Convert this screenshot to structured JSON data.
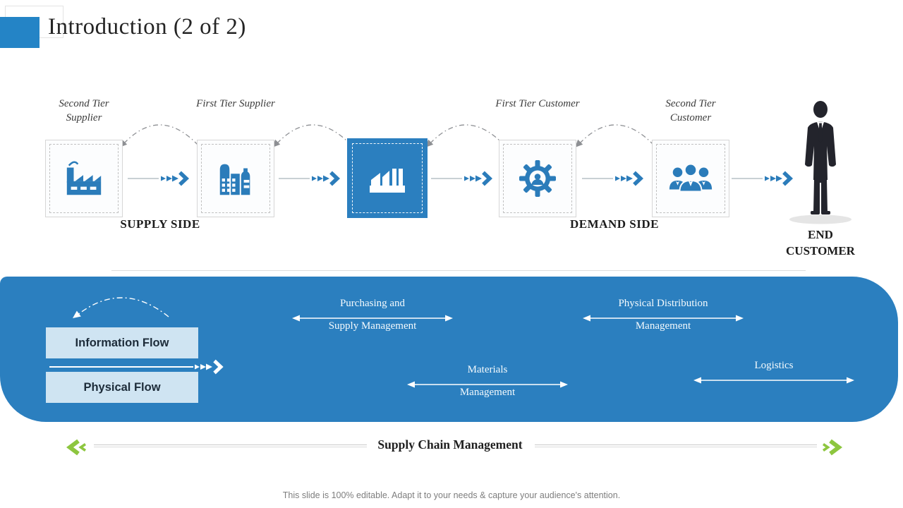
{
  "slide": {
    "title": "Introduction (2 of 2)",
    "footer": "This slide is 100% editable. Adapt it to your needs & capture your audience's attention."
  },
  "chain": {
    "nodes": [
      {
        "label": "Second Tier Supplier",
        "icon": "factory-smoke-icon"
      },
      {
        "label": "First Tier Supplier",
        "icon": "building-icon"
      },
      {
        "label": "",
        "icon": "factory-icon"
      },
      {
        "label": "First Tier Customer",
        "icon": "gear-person-icon"
      },
      {
        "label": "Second Tier Customer",
        "icon": "people-group-icon"
      }
    ],
    "supply_side": "SUPPLY SIDE",
    "demand_side": "DEMAND SIDE",
    "end_customer": "END CUSTOMER"
  },
  "panel": {
    "information_flow": "Information Flow",
    "physical_flow": "Physical Flow",
    "spans": [
      {
        "line1": "Purchasing and",
        "line2": "Supply Management"
      },
      {
        "line1": "Physical Distribution",
        "line2": "Management"
      },
      {
        "line1": "Materials",
        "line2": "Management"
      },
      {
        "line1": "Logistics",
        "line2": ""
      }
    ]
  },
  "bottom": {
    "label": "Supply Chain Management"
  },
  "colors": {
    "brand_blue": "#2b7fbf",
    "accent_blue": "#2484c6",
    "icon_blue": "#2b7cba",
    "light_blue": "#cfe4f2",
    "green": "#8dc63f",
    "silhouette": "#23242c"
  }
}
